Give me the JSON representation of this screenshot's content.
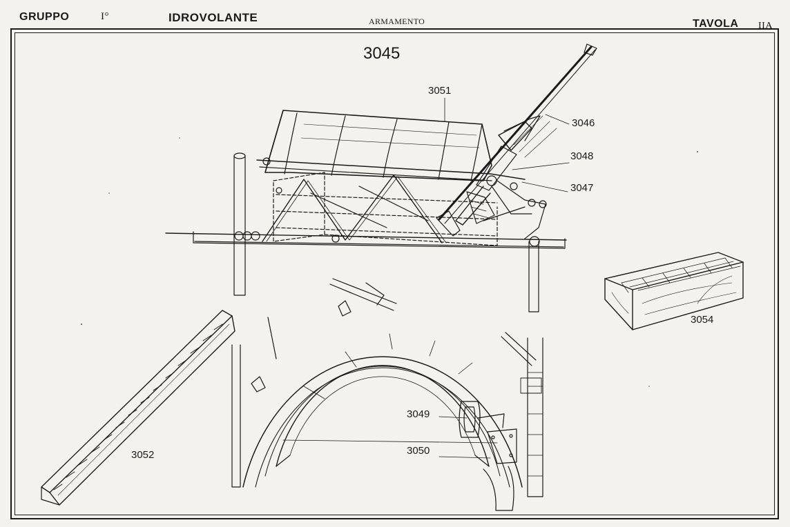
{
  "header": {
    "group_label": "GRUPPO",
    "group_number": "I°",
    "aircraft_type": "IDROVOLANTE",
    "section": "ARMAMENTO",
    "plate_label": "TAVOLA",
    "plate_number": "IIA"
  },
  "main_title": "3045",
  "part_labels": {
    "p3046": "3046",
    "p3047": "3047",
    "p3048": "3048",
    "p3049": "3049",
    "p3050": "3050",
    "p3051": "3051",
    "p3052": "3052",
    "p3054": "3054"
  },
  "colors": {
    "paper": "#f4f2ec",
    "ink": "#1a1a1a"
  }
}
